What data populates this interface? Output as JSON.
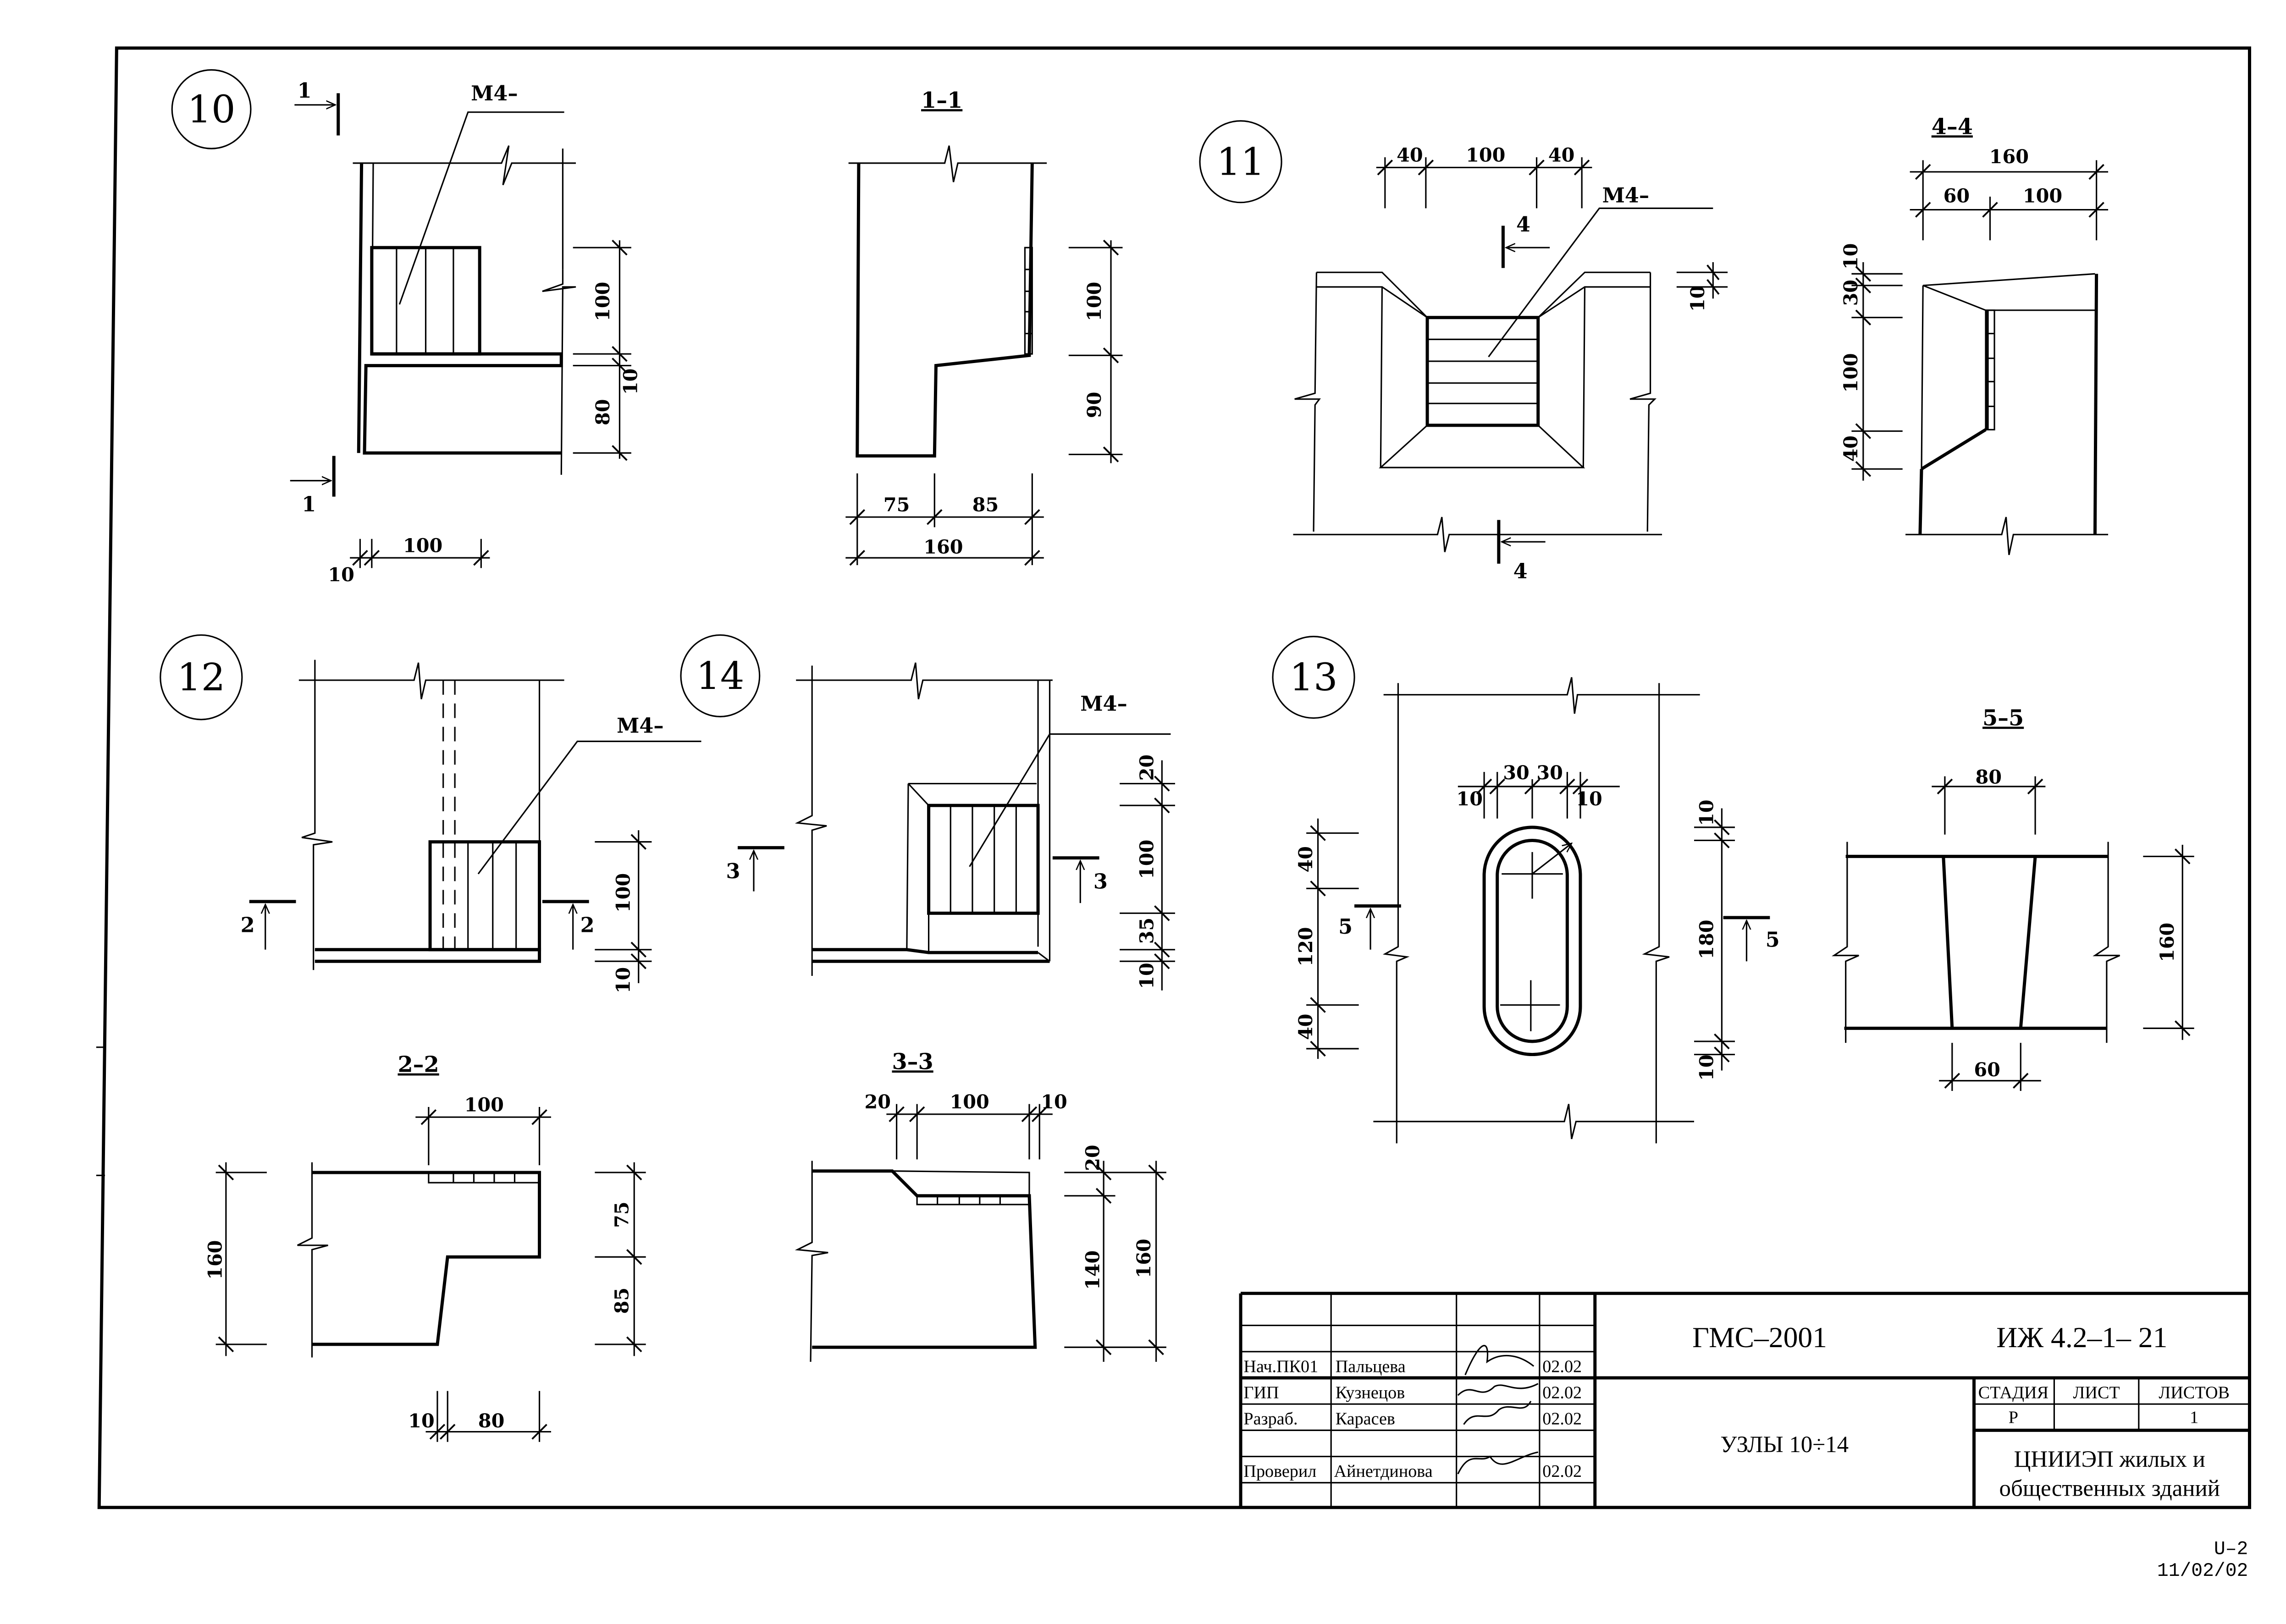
{
  "sheet": {
    "nodes": {
      "n10": {
        "number": "10",
        "section_mark": "1",
        "material": "М4–",
        "dims": {
          "h100": "100",
          "h10": "10",
          "h80": "80",
          "w10": "10",
          "w100": "100"
        }
      },
      "s11": {
        "title": "1–1",
        "dims": {
          "h100": "100",
          "h90": "90",
          "w75": "75",
          "w85": "85",
          "w160": "160"
        }
      },
      "n11": {
        "number": "11",
        "section_mark": "4",
        "material": "М4–",
        "dims": {
          "w40a": "40",
          "w100": "100",
          "w40b": "40",
          "h10": "10"
        }
      },
      "s44": {
        "title": "4–4",
        "dims": {
          "w160": "160",
          "w60": "60",
          "w100": "100",
          "h10": "10",
          "h30": "30",
          "h100": "100",
          "h40": "40"
        }
      },
      "n12": {
        "number": "12",
        "section_mark": "2",
        "material": "М4–",
        "dims": {
          "h100": "100",
          "h10": "10"
        }
      },
      "n14": {
        "number": "14",
        "section_mark": "3",
        "material": "М4–",
        "dims": {
          "h20": "20",
          "h100": "100",
          "h35": "35",
          "h10": "10"
        }
      },
      "n13": {
        "number": "13",
        "section_mark": "5",
        "dims": {
          "w10a": "10",
          "w30a": "30",
          "w30b": "30",
          "w10b": "10",
          "h40a": "40",
          "h120": "120",
          "h40b": "40",
          "h10a": "10",
          "h180": "180",
          "h10b": "10"
        }
      },
      "s55": {
        "title": "5–5",
        "dims": {
          "w80": "80",
          "w60": "60",
          "h160": "160"
        }
      },
      "s22": {
        "title": "2–2",
        "dims": {
          "w100": "100",
          "h160": "160",
          "h75": "75",
          "h85": "85",
          "w10": "10",
          "w80": "80"
        }
      },
      "s33": {
        "title": "3–3",
        "dims": {
          "w20": "20",
          "w100": "100",
          "w10": "10",
          "h20": "20",
          "h140": "140",
          "h160": "160"
        }
      }
    },
    "title_block": {
      "project": "ГМС–2001",
      "code": "ИЖ 4.2–1– 21",
      "sheet_title": "УЗЛЫ 10÷14",
      "organization_line1": "ЦНИИЭП жилых и",
      "organization_line2": "общественных зданий",
      "stage_header": "СТАДИЯ",
      "sheet_header": "ЛИСТ",
      "sheets_header": "ЛИСТОВ",
      "stage_value": "Р",
      "sheet_value": "",
      "sheets_value": "1",
      "signatures": [
        {
          "role": "Нач.ПК01",
          "name": "Пальцева",
          "date": "02.02"
        },
        {
          "role": "ГИП",
          "name": "Кузнецов",
          "date": "02.02"
        },
        {
          "role": "Разраб.",
          "name": "Карасев",
          "date": "02.02"
        },
        {
          "role": "Проверил",
          "name": "Айнетдинова",
          "date": "02.02"
        }
      ]
    },
    "stamp": {
      "line1": "U–2",
      "line2": "11/02/02"
    }
  }
}
